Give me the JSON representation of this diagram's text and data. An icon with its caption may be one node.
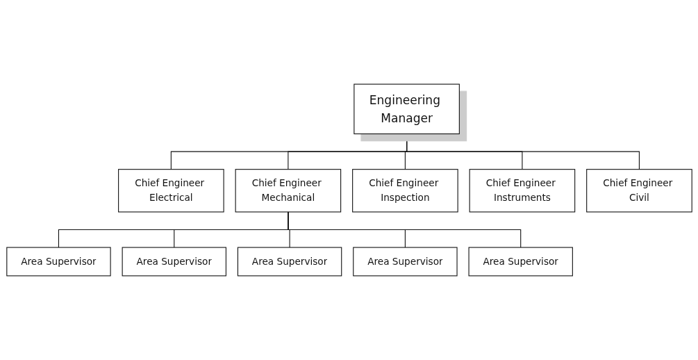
{
  "diagram": {
    "nodes": [
      {
        "text": [
          "Engineering Manager"
        ]
      },
      {
        "text": [
          "Chief Engineer Electrical"
        ]
      },
      {
        "text": [
          "Chief Engineer Mechanical"
        ]
      },
      {
        "text": [
          "Chief Engineer Inspection"
        ]
      },
      {
        "text": [
          "Chief Engineer Instruments"
        ]
      },
      {
        "text": [
          "Chief Engineer Civil"
        ]
      },
      {
        "text": [
          "Area Supervisor"
        ]
      },
      {
        "text": [
          "Area Supervisor"
        ]
      },
      {
        "text": [
          "Area Supervisor"
        ]
      },
      {
        "text": [
          "Area Supervisor"
        ]
      },
      {
        "text": [
          "Area Supervisor"
        ]
      }
    ],
    "edges": [
      {
        "from": 0,
        "to": 1,
        "arrow": "none"
      },
      {
        "from": 0,
        "to": 2,
        "arrow": "none"
      },
      {
        "from": 0,
        "to": 3,
        "arrow": "none"
      },
      {
        "from": 0,
        "to": 4,
        "arrow": "none"
      },
      {
        "from": 0,
        "to": 5,
        "arrow": "none"
      },
      {
        "from": 2,
        "to": 6,
        "arrow": "none"
      },
      {
        "from": 2,
        "to": 7,
        "arrow": "none"
      },
      {
        "from": 2,
        "to": 8,
        "arrow": "none"
      },
      {
        "from": 2,
        "to": 9,
        "arrow": "none"
      },
      {
        "from": 2,
        "to": 10,
        "arrow": "none"
      }
    ]
  }
}
